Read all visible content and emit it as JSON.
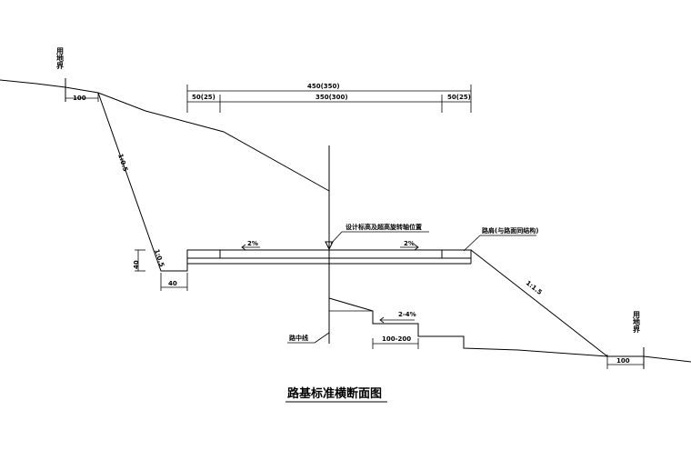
{
  "labels": {
    "land_boundary_left": "用地界",
    "land_boundary_right": "用地界",
    "dim_100_left": "100",
    "dim_100_right": "100",
    "dim_total_width": "450(350)",
    "dim_left_shoulder": "50(25)",
    "dim_carriageway": "350(300)",
    "dim_right_shoulder": "50(25)",
    "slope_cut_upper": "1:0.5",
    "slope_cut_lower": "1:0.5",
    "slope_fill": "1:1.5",
    "design_elevation": "设计标高及超高旋转轴位置",
    "crossfall_left": "2%",
    "crossfall_right": "2%",
    "shoulder_note": "路肩(与路面同结构)",
    "ditch_depth": "40",
    "ditch_width": "40",
    "step_slope": "2-4%",
    "step_width": "100-200",
    "centerline": "路中线",
    "title": "路基标准横断面图"
  }
}
